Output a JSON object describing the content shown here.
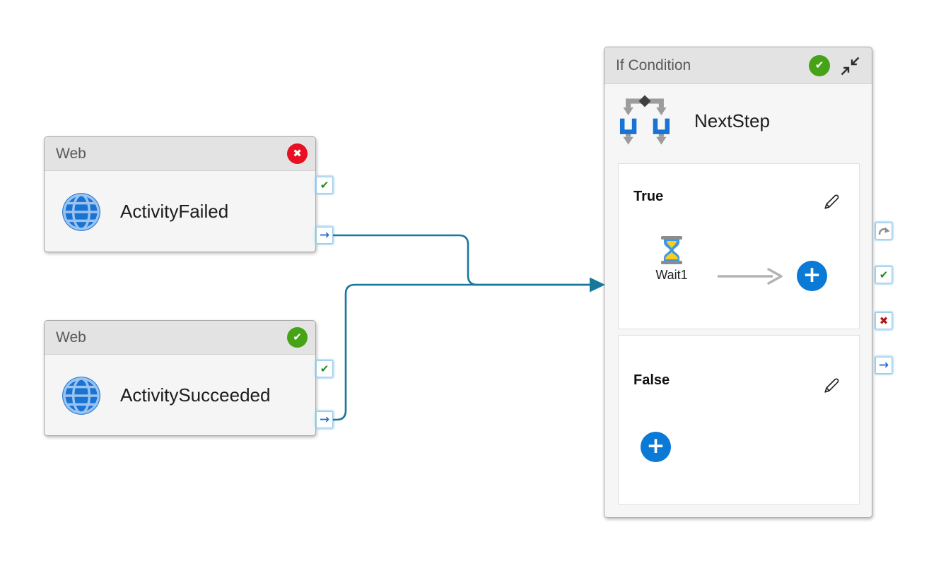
{
  "nodes": {
    "web_failed": {
      "type_label": "Web",
      "name": "ActivityFailed",
      "status": "failed"
    },
    "web_succeeded": {
      "type_label": "Web",
      "name": "ActivitySucceeded",
      "status": "succeeded"
    },
    "if_condition": {
      "type_label": "If Condition",
      "name": "NextStep",
      "status": "succeeded",
      "true_branch": {
        "label": "True",
        "activity_name": "Wait1"
      },
      "false_branch": {
        "label": "False"
      }
    }
  },
  "glyphs": {
    "check": "✔",
    "cross": "✖",
    "arrow": "→",
    "plus": "+"
  },
  "colors": {
    "success_green": "#46a317",
    "error_red": "#e81123",
    "port_check_green": "#1f8a1f",
    "port_cross_red": "#b31414",
    "port_arrow_blue": "#2a6fd4",
    "connector_teal": "#17789c",
    "accent_blue": "#0b7ad6",
    "web_icon_blue": "#1873d3",
    "header_gray": "#e3e3e3",
    "node_body_gray": "#f5f5f5"
  }
}
